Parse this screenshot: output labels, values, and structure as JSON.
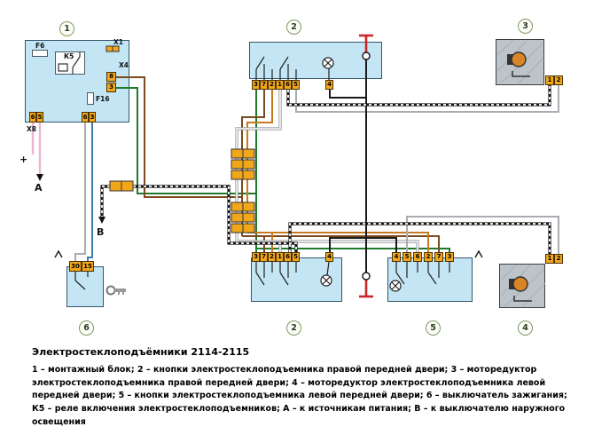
{
  "colors": {
    "block_fill": "#c4e5f4",
    "motor_fill": "#bdc4c9",
    "pin_fill": "#f2a71b",
    "wire_green": "#1f7a2e",
    "wire_brown": "#7b4a21",
    "wire_orange": "#c9791f",
    "wire_gray": "#a7adb2",
    "wire_blue": "#3d7dae",
    "wire_pink": "#e9b7d4",
    "wire_black": "#1a1a1a",
    "power_red": "#c9252b",
    "callout_border": "#7f9b5a"
  },
  "title": "Электростеклоподъёмники 2114-2115",
  "legend": "1 – монтажный блок; 2 – кнопки электростеклоподъемника правой передней двери; 3 – моторедуктор электростеклоподъемника правой передней двери; 4 – моторедуктор электростеклоподъемника левой передней двери; 5 – кнопки электростеклоподъемника левой передней двери; 6 – выключатель зажигания; К5 – реле включения электростеклоподъемников; А – к источникам питания; В – к выключателю наружного освещения",
  "callouts": {
    "c1": "1",
    "c2_top": "2",
    "c3": "3",
    "c2_bottom": "2",
    "c5": "5",
    "c4": "4",
    "c6": "6"
  },
  "comp1": {
    "relay": "К5",
    "fuse_f6": "F6",
    "fuse_f16": "F16",
    "x1": "X1",
    "x4": "X4",
    "x8": "X8",
    "x4_pins": [
      "8",
      "3"
    ],
    "bottom_left_pins": [
      "6",
      "5"
    ],
    "bottom_right_pins": [
      "6",
      "3"
    ]
  },
  "comp2_top": {
    "pins": [
      "3",
      "7",
      "2",
      "1",
      "6",
      "5"
    ],
    "pin_single": "4"
  },
  "comp2_bottom": {
    "pins": [
      "3",
      "7",
      "2",
      "1",
      "6",
      "5"
    ],
    "pin_single": "4"
  },
  "comp5": {
    "pins": [
      "4",
      "5",
      "6",
      "2",
      "7",
      "3"
    ]
  },
  "comp3": {
    "pins": [
      "1",
      "2"
    ]
  },
  "comp4": {
    "pins": [
      "1",
      "2"
    ]
  },
  "comp6": {
    "pins": [
      "30",
      "15"
    ]
  },
  "markers": {
    "plus": "+",
    "a": "А",
    "b": "В"
  }
}
